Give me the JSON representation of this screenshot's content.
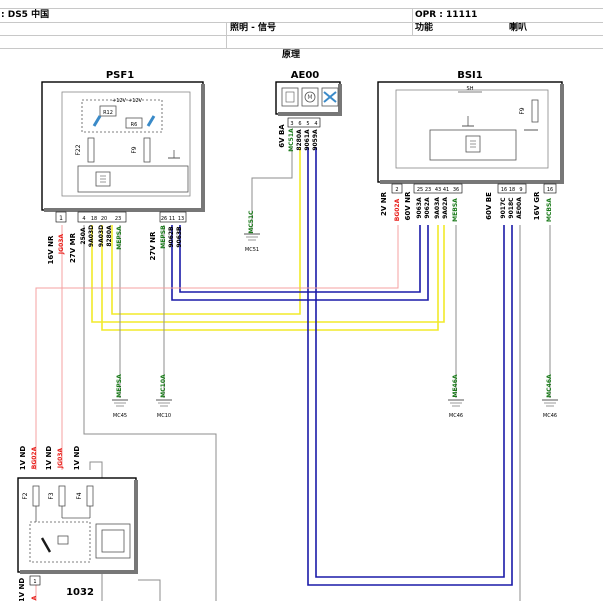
{
  "header": {
    "vehicle": ": DS5 中国",
    "opr": "OPR : 11111",
    "system": "照明 - 信号",
    "function_label": "功能",
    "function_value": "喇叭",
    "section": "原理"
  },
  "components": {
    "psf1": {
      "name": "PSF1",
      "relay1": "R12",
      "relay2": "R6",
      "supply1": "+12V",
      "supply2": "+12V",
      "fuse1": "F22",
      "fuse2": "F9"
    },
    "ae00": {
      "name": "AE00"
    },
    "bsi1": {
      "name": "BSI1",
      "label_sh": "SH",
      "fuse": "F9"
    },
    "c1032": {
      "name": "1032",
      "fuse1": "F2",
      "fuse2": "F3",
      "fuse3": "F4"
    }
  },
  "connectors": {
    "psf1_c1": {
      "label": "16V NR",
      "pins": [
        "1"
      ]
    },
    "psf1_c2": {
      "label": "27V MR",
      "pins": [
        "4",
        "18",
        "20",
        "23"
      ]
    },
    "psf1_c3": {
      "label": "27V NR",
      "pins": [
        "26",
        "11",
        "13"
      ]
    },
    "ae00_c": {
      "label": "6V BA",
      "pins": [
        "3",
        "6",
        "5",
        "4"
      ]
    },
    "bsi1_c1": {
      "label": "2V NR",
      "pins": [
        "2"
      ]
    },
    "bsi1_c2": {
      "label": "60V NR",
      "pins": [
        "25",
        "23",
        "43",
        "41",
        "36"
      ]
    },
    "bsi1_c3": {
      "label": "60V BE",
      "pins": [
        "16",
        "18",
        "9"
      ]
    },
    "bsi1_c4": {
      "label": "16V GR",
      "pins": [
        "16"
      ]
    },
    "c1032_top": {
      "labels": [
        "1V ND",
        "1V ND",
        "1V ND"
      ]
    },
    "c1032_bottom": {
      "label": "1V ND",
      "pins": [
        "1"
      ]
    }
  },
  "wires": {
    "psf1_c1": [
      "JG03A"
    ],
    "psf1_c2": [
      "250A",
      "9A03D",
      "9A03D",
      "MEPSA"
    ],
    "psf1_c2_extra": [
      "8280A"
    ],
    "psf1_c3": [
      "MEPSB",
      "9062B",
      "9063B"
    ],
    "ae00": [
      "MC51A",
      "8280A",
      "9061A",
      "9059A"
    ],
    "bsi1_c1": [
      "BG02A"
    ],
    "bsi1_c2": [
      "9063A",
      "9062A",
      "9A03A",
      "9A02A",
      "MEBSA"
    ],
    "bsi1_c3": [
      "9017C",
      "9018C",
      "AE00A"
    ],
    "bsi1_c4": [
      "MCBSA"
    ],
    "c1032_top": [
      "BG02A",
      "JG03A"
    ],
    "c1032_bottom": [
      "A"
    ]
  },
  "grounds": [
    {
      "wire": "MC51C",
      "label": "MC51"
    },
    {
      "wire": "MEPSA",
      "label": "MC45"
    },
    {
      "wire": "MC10A",
      "label": "MC10"
    },
    {
      "wire": "ME46A",
      "label": "MC46"
    },
    {
      "wire": "MC46A",
      "label": "MC46"
    }
  ],
  "colors": {
    "black": "#1a1a1a",
    "red": "#e8201c",
    "pink": "#f4a0a0",
    "yellow": "#f2ea2a",
    "blue": "#1a1aa8",
    "green": "#1a7a1a",
    "grey": "#8c8c8c"
  }
}
